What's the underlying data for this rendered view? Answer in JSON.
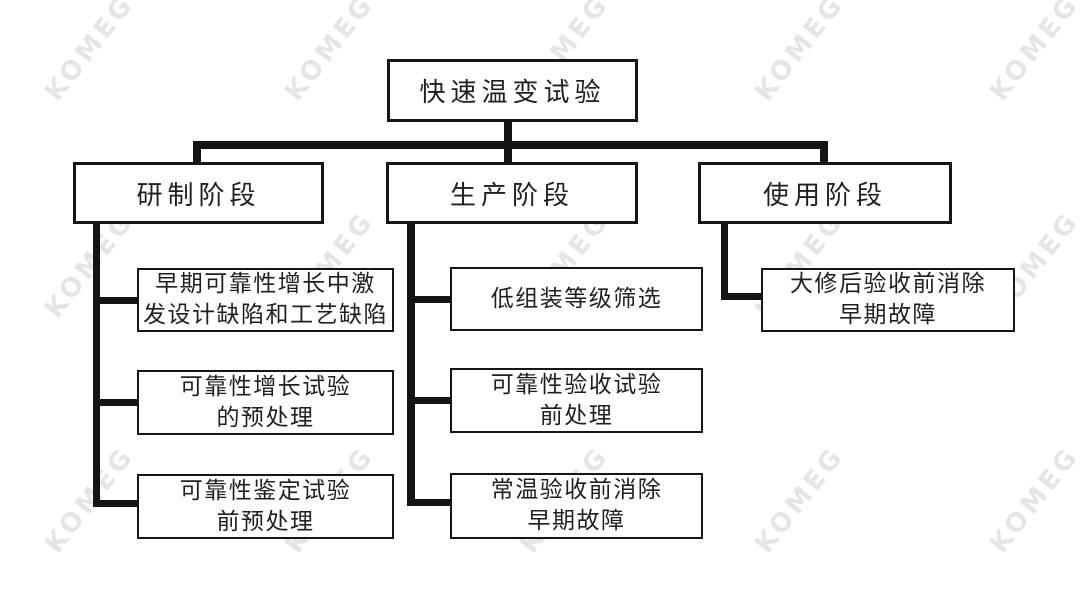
{
  "watermark": {
    "text": "KOMEG"
  },
  "diagram": {
    "root": {
      "label": "快速温变试验"
    },
    "phases": [
      {
        "label": "研制阶段"
      },
      {
        "label": "生产阶段"
      },
      {
        "label": "使用阶段"
      }
    ],
    "leaves": {
      "dev": [
        {
          "label": "早期可靠性增长中激\n发设计缺陷和工艺缺陷"
        },
        {
          "label": "可靠性增长试验\n的预处理"
        },
        {
          "label": "可靠性鉴定试验\n前预处理"
        }
      ],
      "prod": [
        {
          "label": "低组装等级筛选"
        },
        {
          "label": "可靠性验收试验\n前处理"
        },
        {
          "label": "常温验收前消除\n早期故障"
        }
      ],
      "use": [
        {
          "label": "大修后验收前消除\n早期故障"
        }
      ]
    }
  }
}
